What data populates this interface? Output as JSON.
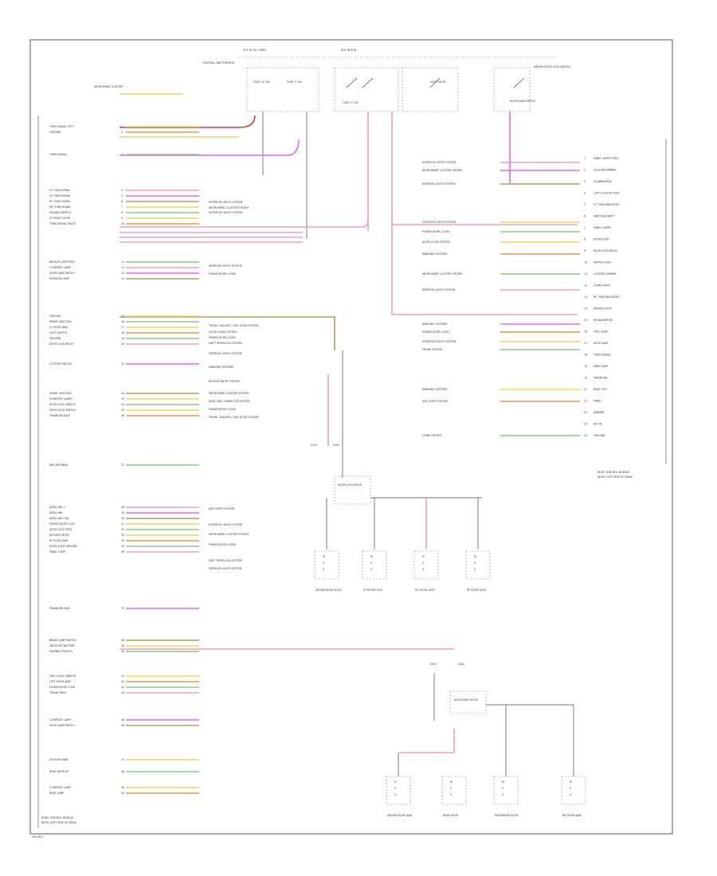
{
  "colors": {
    "frame": "#555555",
    "wire_pink": "#f0a0b8",
    "wire_magenta": "#ee66ee",
    "wire_yellow": "#e8d860",
    "wire_orange": "#e89a40",
    "wire_green": "#88cc88",
    "wire_olive": "#b0a050",
    "wire_red": "#d04040",
    "wire_black": "#333333"
  },
  "left_module": {
    "title_line1": "BODY CONTROL MODULE",
    "title_line2": "(BCM) (LEFT SIDE OF DASH)",
    "footer_label": "FIGURE 1"
  },
  "right_module": {
    "title_line1": "BODY CONTROL MODULE",
    "title_line2": "(BCM) (LEFT SIDE OF DASH)"
  },
  "left_groups": [
    {
      "labels": [
        "TURN SIGNAL LEFT",
        "GROUND"
      ]
    },
    {
      "labels": [
        "TURN SIGNAL"
      ]
    },
    {
      "labels": [
        "LF TURN SIGNAL",
        "LR TURN SIGNAL",
        "RF TURN SIGNAL",
        "RR TURN SIGNAL",
        "HAZARD SWITCH",
        "LF FRONT DOOR",
        "TURN SIGNAL RIGHT"
      ]
    },
    {
      "labels": [
        "BACKUP LAMP FEED",
        "COURTESY LAMP",
        "DOOR AJAR SWITCH",
        "INTERIOR LAMP"
      ]
    },
    {
      "labels": [
        "GROUND",
        "SMART JUNCTION",
        "LF DOOR AJAR",
        "LOCK SWITCH",
        "GROUND",
        "DOOR LOCK RELAY"
      ]
    },
    {
      "labels": [
        "LF DOOR UNLOCK"
      ]
    },
    {
      "labels": [
        "SMART JUNCTION",
        "COURTESY LAMPS",
        "DOOR LOCK SWITCH",
        "DOOR LOCK SWITCH",
        "TRUNK RELEASE"
      ]
    },
    {
      "labels": [
        "RKE ANTENNA"
      ]
    },
    {
      "labels": [
        "DATA LINK +",
        "DATA LINK -",
        "DATA LINK CAN",
        "POWER DOOR LOCK",
        "DOOR LOCK FEED",
        "KEYLESS ENTRY",
        "RF DOOR AJAR",
        "DOOR LOCK GROUND",
        "PANEL LAMP"
      ]
    },
    {
      "labels": [
        "TRUNK RELEASE"
      ]
    },
    {
      "labels": [
        "BRAKE LAMP SWITCH",
        "SWITCHED BATTERY",
        "SEATBELT SWITCH"
      ]
    },
    {
      "labels": [
        "FUEL LEVEL SENSOR",
        "LEFT DOOR AJAR",
        "POWER DOOR LOCK",
        "TRUNK OPEN"
      ]
    },
    {
      "labels": [
        "COURTESY LAMP",
        "DOOR AJAR SWITCH"
      ]
    },
    {
      "labels": [
        "LR DOOR AJAR"
      ]
    },
    {
      "labels": [
        "REAR DEFROST"
      ]
    },
    {
      "labels": [
        "COURTESY LAMP",
        "REAR LAMP"
      ]
    }
  ],
  "left_destinations": [
    "EXTERIOR LIGHTS SYSTEM",
    "INSTRUMENT CLUSTER SYSTEM",
    "EXTERIOR LIGHTS SYSTEM",
    "INTERIOR LIGHTS SYSTEM",
    "POWER DOOR LOCKS",
    "TRUNK, TAILGATE, FUEL DOOR SYSTEM",
    "DOOR LOCKS SYSTEM",
    "POWER DOOR LOCKS",
    "SHIFT INTERLOCK SYSTEM",
    "INTERIOR LIGHTS SYSTEM",
    "WARNING SYSTEMS",
    "KEYLESS ENTRY SYSTEM",
    "INSTRUMENT CLUSTER SYSTEM",
    "DATA LINK CONNECTOR SYSTEM",
    "POWER DOOR LOCKS",
    "TRUNK, TAILGATE, FUEL DOOR SYSTEM",
    "ANTI-THEFT SYSTEM",
    "EXTERIOR LIGHTS SYSTEM",
    "INSTRUMENT CLUSTER SYSTEM",
    "POWER DOOR LOCKS",
    "SHIFT INTERLOCK SYSTEM",
    "INTERIOR LIGHTS SYSTEM"
  ],
  "right_labels": [
    "PANEL LAMPS FEED",
    "CLUSTER DIMMER",
    "ILLUMINATION",
    "LEFT CLUSTER FEED",
    "LF TURN INDICATOR",
    "SWITCHED BATT",
    "PANEL LAMPS",
    "DOOR LOCK",
    "DOOR LOCK RELAY",
    "SWITCH FEED",
    "CLUSTER DIMMER",
    "CHIME INPUT",
    "RF TURN INDICATOR",
    "DRIVER DOOR",
    "HEADLAMP SW",
    "FUEL LEVEL",
    "DOOR AJAR",
    "TURN SIGNAL",
    "PARK LAMP",
    "TRUNK REL",
    "REAR FOG",
    "PANEL",
    "DIMMER",
    "KEY IN",
    "GROUND"
  ],
  "right_sources": [
    "EXTERIOR LIGHTS SYSTEM",
    "INSTRUMENT CLUSTER SYSTEM",
    "INTERIOR LIGHTS SYSTEM",
    "EXTERIOR LIGHTS SYSTEM",
    "POWER DOOR LOCKS",
    "DOOR LOCKS SYSTEM",
    "WARNING SYSTEMS",
    "INSTRUMENT CLUSTER SYSTEM",
    "INTERIOR LIGHTS SYSTEM",
    "WARNING SYSTEMS",
    "POWER DOOR LOCKS",
    "EXTERIOR LIGHTS SYSTEM",
    "TRUNK SYSTEM",
    "WARNING SYSTEMS",
    "ANTI-THEFT SYSTEM",
    "CHIME SYSTEM"
  ],
  "top": {
    "hot_at_all_times": "HOT AT ALL TIMES",
    "hot_in_run": "HOT IN RUN",
    "junction_box_label": "CENTRAL JUNCTION BOX",
    "fuse_a": "FUSE 12 15A",
    "fuse_b": "FUSE 3 10A",
    "fuse_c": "FUSE 7 7.5A",
    "relay_label": "LOCK RELAY",
    "switch_label": "DOOR AJAR SWITCH",
    "instrument_cluster": "INSTRUMENT CLUSTER",
    "driver_door_label": "DRIVER DOOR LOCK SWITCH"
  },
  "middle_components": [
    {
      "id": "DRIVER DOOR LOCK",
      "pins": [
        "M",
        "5",
        "4"
      ]
    },
    {
      "id": "LF DOOR LOCK",
      "pins": [
        "M",
        "5",
        "4"
      ]
    },
    {
      "id": "RR DOOR LOCK",
      "pins": [
        "M",
        "5",
        "4"
      ]
    },
    {
      "id": "RF DOOR LOCK",
      "pins": [
        "M",
        "5",
        "4"
      ]
    }
  ],
  "bottom_components": [
    {
      "id": "DRIVER DOOR AJAR",
      "pins": [
        "M",
        "5",
        "4"
      ]
    },
    {
      "id": "REAR DOOR",
      "pins": [
        "M",
        "5",
        "4"
      ]
    },
    {
      "id": "PASSENGER DOOR",
      "pins": [
        "M",
        "5",
        "4"
      ]
    },
    {
      "id": "RR DOOR AJAR",
      "pins": [
        "M",
        "5",
        "4"
      ]
    }
  ],
  "splice_labels": {
    "s1": "S101",
    "s2": "S102",
    "s3": "S201",
    "s4": "S202",
    "module_a": "DOOR LOCK RELAY",
    "module_b": "DOOR AJAR SPLICE"
  }
}
